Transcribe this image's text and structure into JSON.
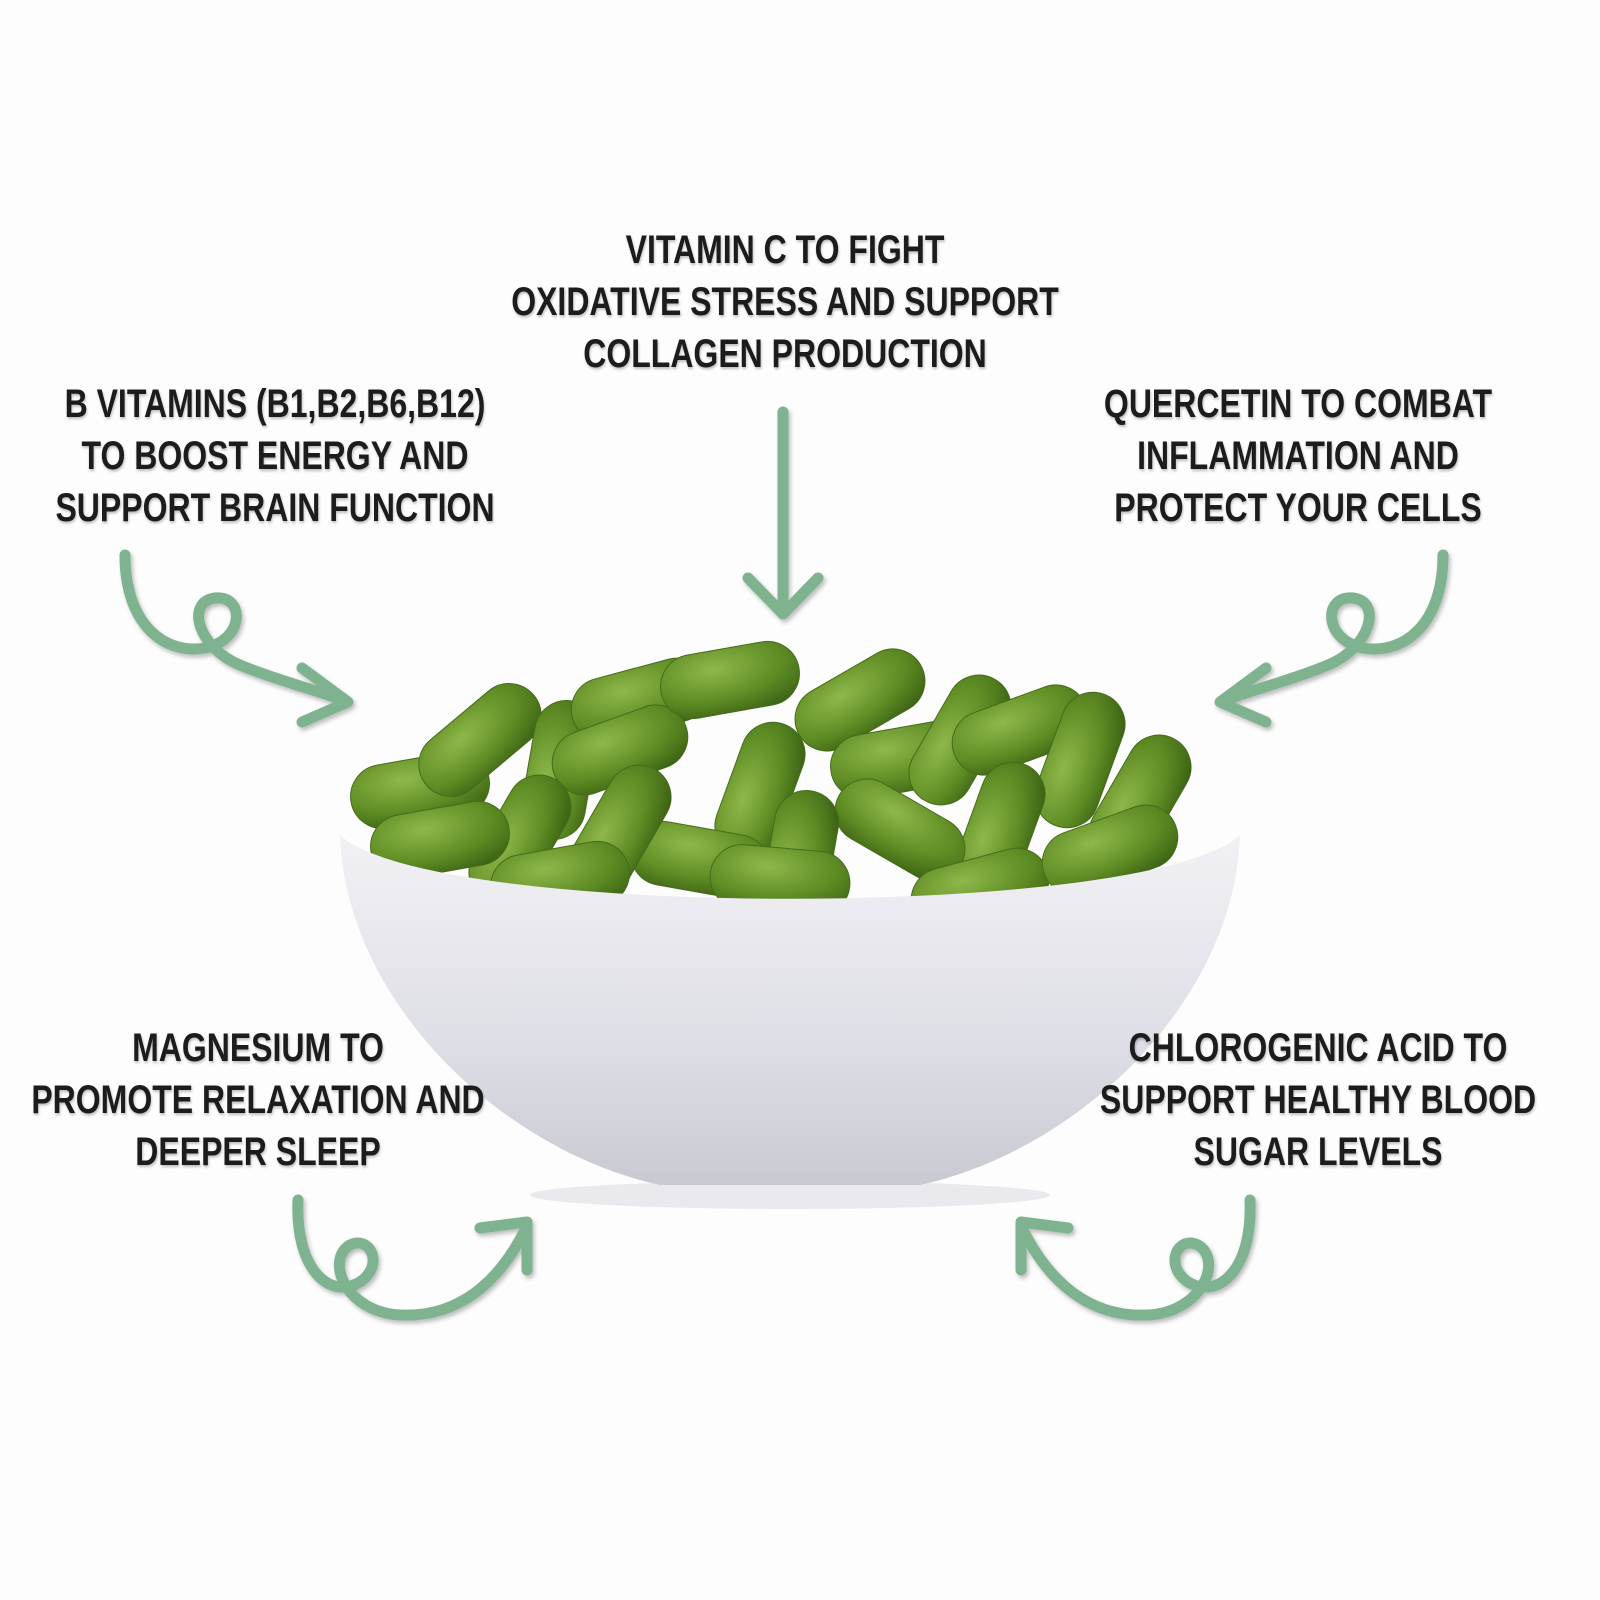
{
  "colors": {
    "arrow": "#7fb38f",
    "text": "#1c1c1c",
    "capsule": "#6e9a2e",
    "bowl": "#e6e6ec"
  },
  "callouts": {
    "vitamin_c": {
      "lines": [
        "VITAMIN C TO FIGHT",
        "OXIDATIVE STRESS AND SUPPORT",
        "COLLAGEN PRODUCTION"
      ]
    },
    "b_vitamins": {
      "lines": [
        "B VITAMINS (B1,B2,B6,B12)",
        "TO BOOST ENERGY AND",
        "SUPPORT BRAIN FUNCTION"
      ]
    },
    "quercetin": {
      "lines": [
        "QUERCETIN TO COMBAT",
        "INFLAMMATION AND",
        "PROTECT YOUR CELLS"
      ]
    },
    "magnesium": {
      "lines": [
        "MAGNESIUM TO",
        "PROMOTE RELAXATION AND",
        "DEEPER SLEEP"
      ]
    },
    "chlorogenic": {
      "lines": [
        "CHLOROGENIC ACID TO",
        "SUPPORT HEALTHY BLOOD",
        "SUGAR LEVELS"
      ]
    }
  }
}
